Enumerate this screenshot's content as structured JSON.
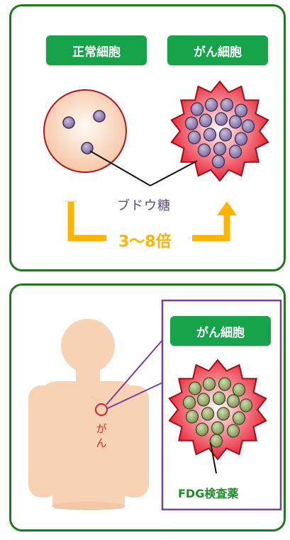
{
  "top_panel": {
    "normal_cell_label": "正常細胞",
    "cancer_cell_label": "がん細胞",
    "glucose_label": "ブドウ糖",
    "ratio_label": "3〜8倍"
  },
  "bottom_panel": {
    "cancer_label": "がん",
    "cancer_cell_label": "がん細胞",
    "fdg_label": "FDG検査薬"
  },
  "colors": {
    "panel_border": "#22781f",
    "tag_green": "#17a34a",
    "arrow_yellow": "#ffb400",
    "cell_red": "#e8192c",
    "glucose_purple": "#9a88b4",
    "fdg_green": "#9aae72",
    "body_skin": "#f8d2b4",
    "highlight_purple": "#7a3f9e"
  }
}
